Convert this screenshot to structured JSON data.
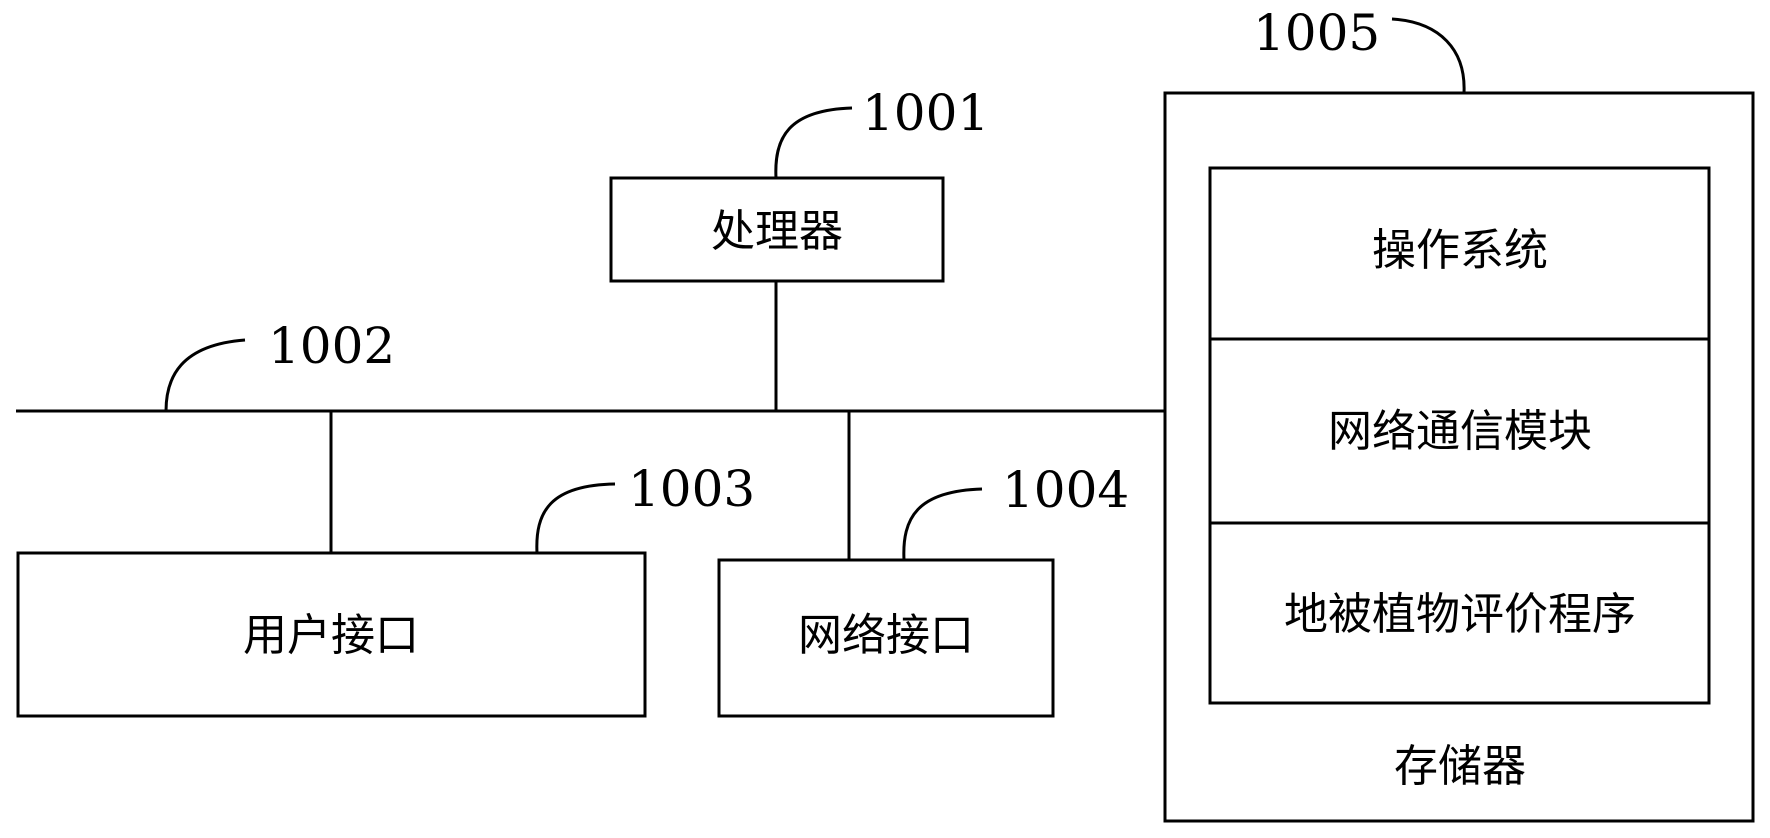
{
  "processor": {
    "label": "处理器",
    "ref": "1001"
  },
  "bus": {
    "ref": "1002"
  },
  "user_interface": {
    "label": "用户接口",
    "ref": "1003"
  },
  "network_interface": {
    "label": "网络接口",
    "ref": "1004"
  },
  "memory": {
    "ref": "1005",
    "label": "存储器",
    "modules": [
      "操作系统",
      "网络通信模块",
      "地被植物评价程序"
    ]
  }
}
